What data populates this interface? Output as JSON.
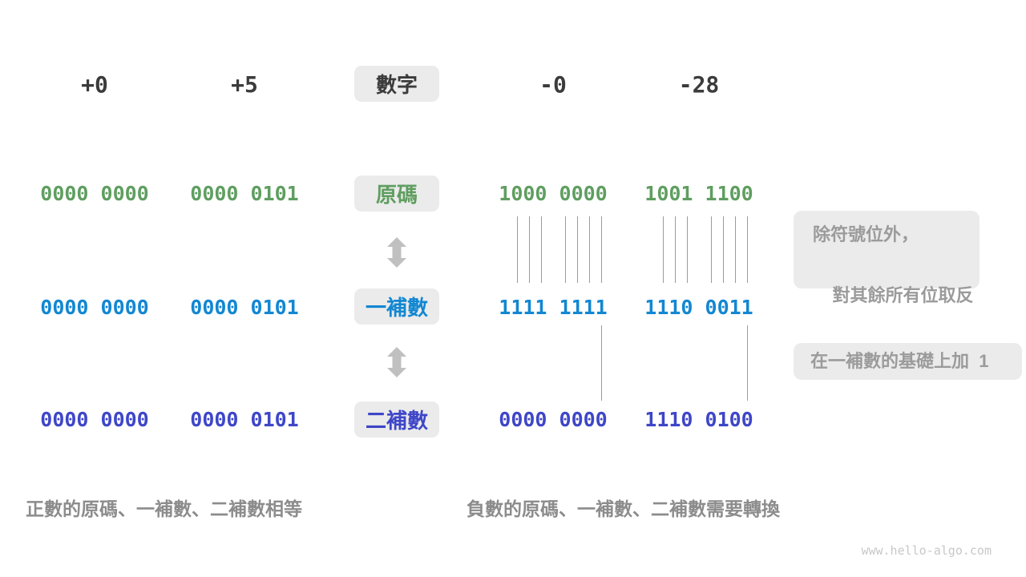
{
  "page": {
    "watermark": "www.hello-algo.com"
  },
  "colors": {
    "background": "#ffffff",
    "number_text": "#3b3b3b",
    "sign_magnitude_green": "#5f9e60",
    "ones_complement_blue": "#1287d2",
    "twos_complement_indigo": "#3e46c8",
    "badge_background": "#ebebeb",
    "note_text": "#9b9b9b",
    "caption_text": "#8c8c8c",
    "arrow_gray": "#c0c0c0",
    "connector_line": "#9b9b9b"
  },
  "icons": {
    "arrow1": "up-down-arrow",
    "arrow2": "up-down-arrow"
  },
  "header_row": {
    "badge": "數字",
    "values": [
      "+0",
      "+5",
      "-0",
      "-28"
    ]
  },
  "rows": [
    {
      "badge": "原碼",
      "values": [
        "0000 0000",
        "0000 0101",
        "1000 0000",
        "1001 1100"
      ]
    },
    {
      "badge": "一補數",
      "values": [
        "0000 0000",
        "0000 0101",
        "1111 1111",
        "1110 0011"
      ]
    },
    {
      "badge": "二補數",
      "values": [
        "0000 0000",
        "0000 0101",
        "0000 0000",
        "1110 0100"
      ]
    }
  ],
  "notes": [
    {
      "line1": "除符號位外，",
      "line2": "對其餘所有位取反"
    },
    {
      "line1": "在一補數的基礎上加  1"
    }
  ],
  "captions": {
    "left": "正數的原碼、一補數、二補數相等",
    "right": "負數的原碼、一補數、二補數需要轉換"
  }
}
